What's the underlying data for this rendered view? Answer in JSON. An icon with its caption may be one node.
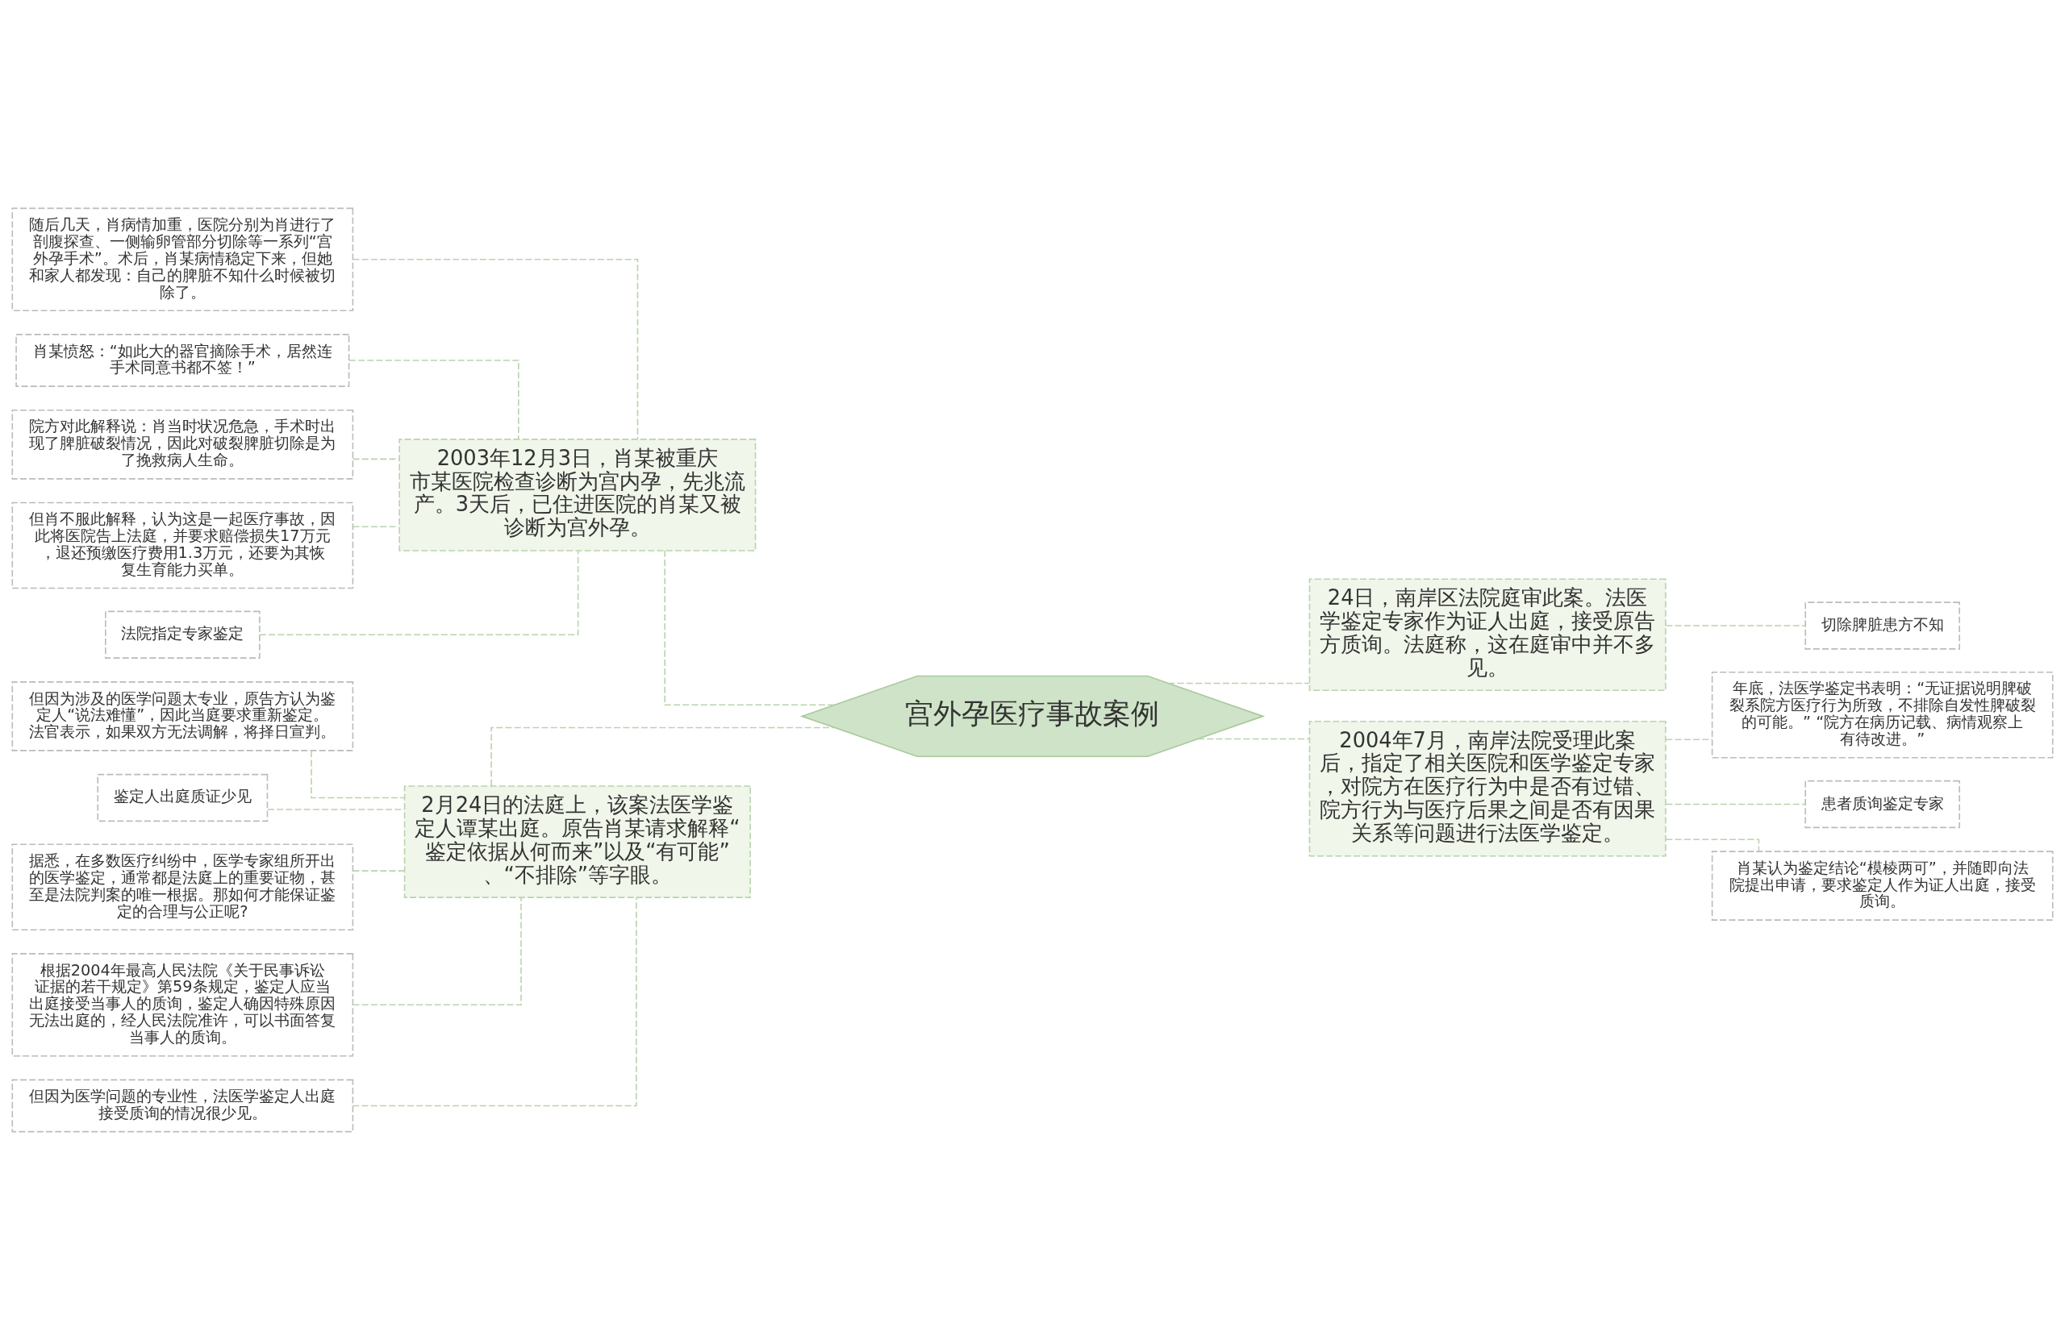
{
  "diagram": {
    "nodes": [
      {
        "text": [
          "宫外孕医疗事故案例"
        ]
      },
      {
        "text": [
          "2003年12月3日，肖某被重庆市某医院检查诊断为宫内孕，先兆流产。3天后，已住进医院的肖某又被诊断为宫外孕。"
        ]
      },
      {
        "text": [
          "随后几天，肖病情加重，医院分别为肖进行了剖腹探查、一侧输卵管部分切除等一系列“宫外孕手术”。术后，肖某病情稳定下来，但她和家人都发现：自己的脾脏不知什么时候被切除了。"
        ]
      },
      {
        "text": [
          "肖某愤怒：“如此大的器官摘除手术，居然连手术同意书都不签！”"
        ]
      },
      {
        "text": [
          "院方对此解释说：肖当时状况危急，手术时出现了脾脏破裂情况，因此对破裂脾脏切除是为了挽救病人生命。"
        ]
      },
      {
        "text": [
          "但肖不服此解释，认为这是一起医疗事故，因此将医院告上法庭，并要求赔偿损失17万元，退还预缴医疗费用1.3万元，还要为其恢复生育能力买单。"
        ]
      },
      {
        "text": [
          "法院指定专家鉴定"
        ]
      },
      {
        "text": [
          "2月24日的法庭上，该案法医学鉴定人谭某出庭。原告肖某请求解释“鉴定依据从何而来”以及“有可能”、“不排除”等字眼。"
        ]
      },
      {
        "text": [
          "但因为涉及的医学问题太专业，原告方认为鉴定人“说法难懂”，因此当庭要求重新鉴定。法官表示，如果双方无法调解，将择日宣判。"
        ]
      },
      {
        "text": [
          "鉴定人出庭质证少见"
        ]
      },
      {
        "text": [
          "据悉，在多数医疗纠纷中，医学专家组所开出的医学鉴定，通常都是法庭上的重要证物，甚至是法院判案的唯一根据。那如何才能保证鉴定的合理与公正呢?"
        ]
      },
      {
        "text": [
          "根据2004年最高人民法院《关于民事诉讼证据的若干规定》第59条规定，鉴定人应当出庭接受当事人的质询，鉴定人确因特殊原因无法出庭的，经人民法院准许，可以书面答复当事人的质询。"
        ]
      },
      {
        "text": [
          "但因为医学问题的专业性，法医学鉴定人出庭接受质询的情况很少见。"
        ]
      },
      {
        "text": [
          "24日，南岸区法院庭审此案。法医学鉴定专家作为证人出庭，接受原告方质询。法庭称，这在庭审中并不多见。"
        ]
      },
      {
        "text": [
          "切除脾脏患方不知"
        ]
      },
      {
        "text": [
          "2004年7月，南岸法院受理此案后，指定了相关医院和医学鉴定专家，对院方在医疗行为中是否有过错、院方行为与医疗后果之间是否有因果关系等问题进行法医学鉴定。"
        ]
      },
      {
        "text": [
          "年底，法医学鉴定书表明：“无证据说明脾破裂系院方医疗行为所致，不排除自发性脾破裂的可能。” “院方在病历记载、病情观察上有待改进。”"
        ]
      },
      {
        "text": [
          "患者质询鉴定专家"
        ]
      },
      {
        "text": [
          "肖某认为鉴定结论“模棱两可”，并随即向法院提出申请，要求鉴定人作为证人出庭，接受质询。"
        ]
      }
    ],
    "edges": [
      {
        "from": 0,
        "to": 1,
        "arrow": "none",
        "style": "dashed"
      },
      {
        "from": 1,
        "to": 2,
        "arrow": "none",
        "style": "dashed"
      },
      {
        "from": 1,
        "to": 3,
        "arrow": "none",
        "style": "dashed"
      },
      {
        "from": 1,
        "to": 4,
        "arrow": "none",
        "style": "dashed"
      },
      {
        "from": 1,
        "to": 5,
        "arrow": "none",
        "style": "dashed"
      },
      {
        "from": 1,
        "to": 6,
        "arrow": "none",
        "style": "dashed"
      },
      {
        "from": 0,
        "to": 7,
        "arrow": "none",
        "style": "dashed"
      },
      {
        "from": 7,
        "to": 8,
        "arrow": "none",
        "style": "dashed"
      },
      {
        "from": 7,
        "to": 9,
        "arrow": "none",
        "style": "dashed"
      },
      {
        "from": 7,
        "to": 10,
        "arrow": "none",
        "style": "dashed"
      },
      {
        "from": 7,
        "to": 11,
        "arrow": "none",
        "style": "dashed"
      },
      {
        "from": 7,
        "to": 12,
        "arrow": "none",
        "style": "dashed"
      },
      {
        "from": 0,
        "to": 13,
        "arrow": "none",
        "style": "dashed"
      },
      {
        "from": 13,
        "to": 14,
        "arrow": "none",
        "style": "dashed"
      },
      {
        "from": 0,
        "to": 15,
        "arrow": "none",
        "style": "dashed"
      },
      {
        "from": 15,
        "to": 16,
        "arrow": "none",
        "style": "dashed"
      },
      {
        "from": 15,
        "to": 17,
        "arrow": "none",
        "style": "dashed"
      },
      {
        "from": 15,
        "to": 18,
        "arrow": "none",
        "style": "dashed"
      }
    ]
  }
}
